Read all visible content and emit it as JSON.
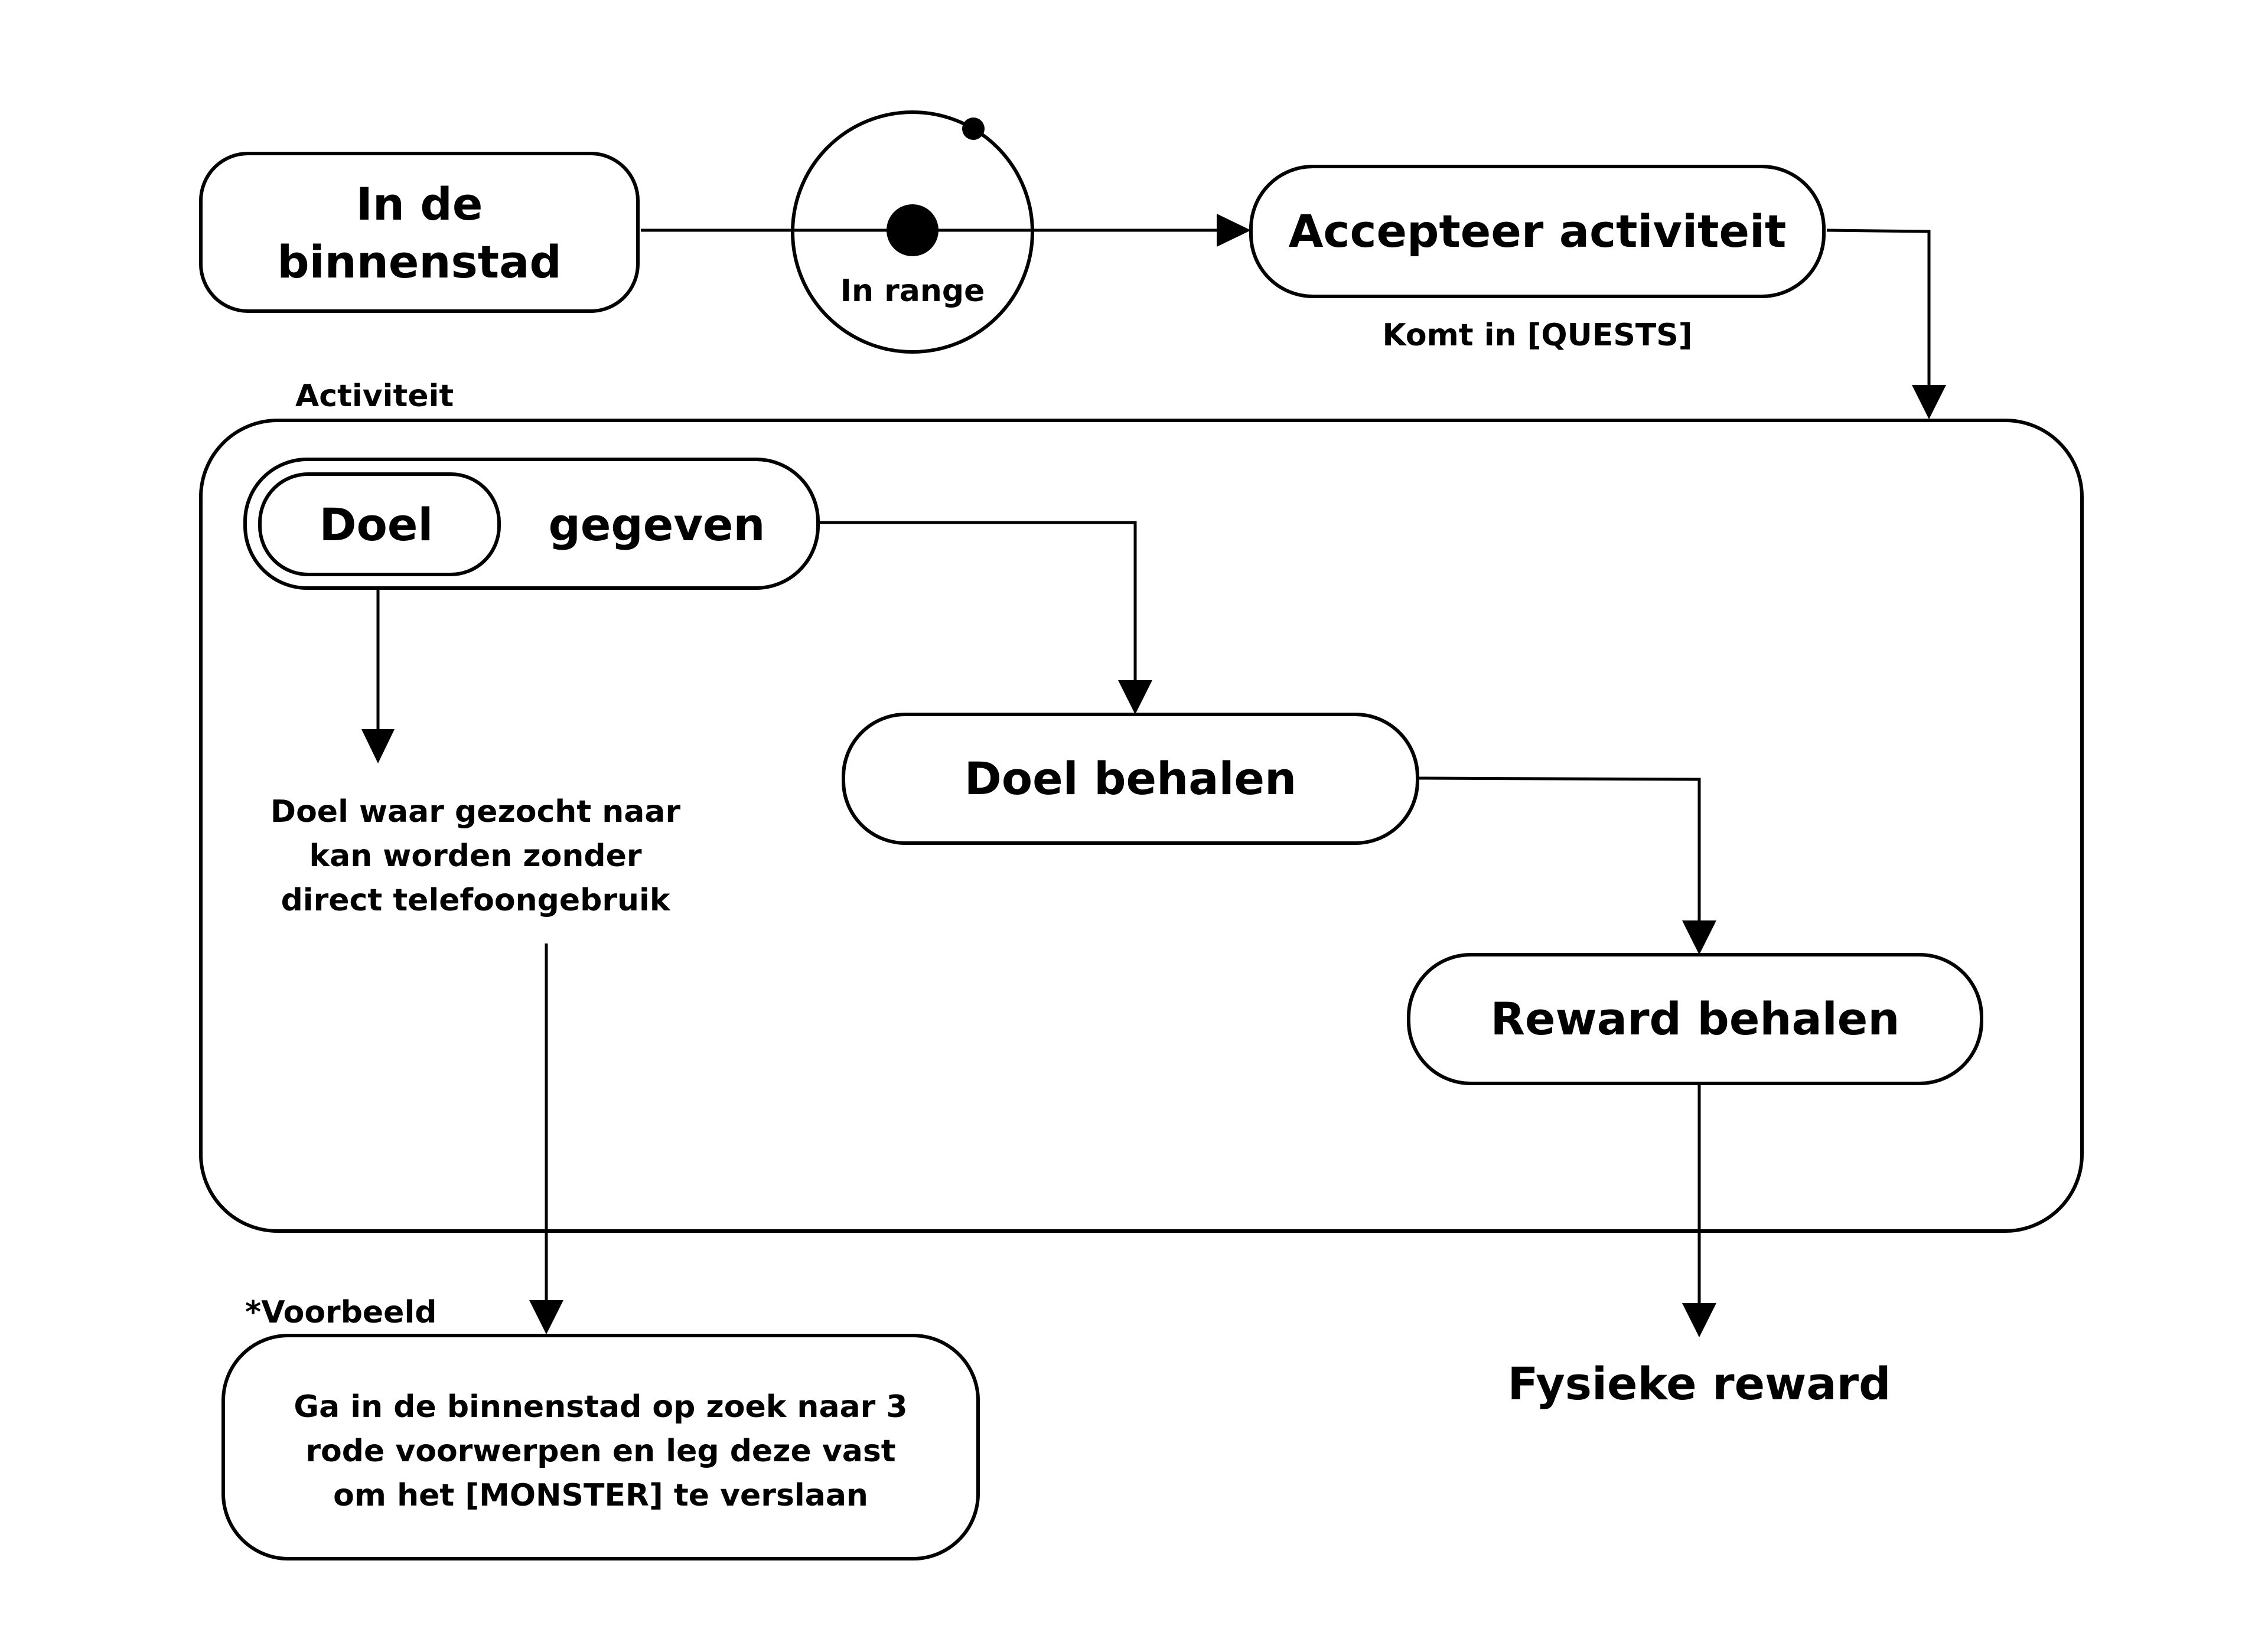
{
  "nodes": {
    "start": {
      "line1": "In de",
      "line2": "binnenstad"
    },
    "range_event": {
      "label": "In range"
    },
    "accept": {
      "label": "Accepteer activiteit",
      "note": "Komt in [QUESTS]"
    },
    "activity": {
      "label": "Activiteit"
    },
    "goal": {
      "inner_label": "Doel",
      "label": "gegeven"
    },
    "goal_description": {
      "line1": "Doel waar gezocht naar",
      "line2": "kan worden zonder",
      "line3": "direct telefoongebruik"
    },
    "achieve_goal": {
      "label": "Doel behalen"
    },
    "achieve_reward": {
      "label": "Reward behalen"
    },
    "physical_reward": {
      "label": "Fysieke reward"
    },
    "example": {
      "title": "*Voorbeeld",
      "line1": "Ga in de binnenstad op zoek naar 3",
      "line2": "rode voorwerpen en leg deze vast",
      "line3": "om het [MONSTER] te verslaan"
    }
  },
  "colors": {
    "stroke": "#000000",
    "background": "#ffffff",
    "text": "#000000"
  }
}
